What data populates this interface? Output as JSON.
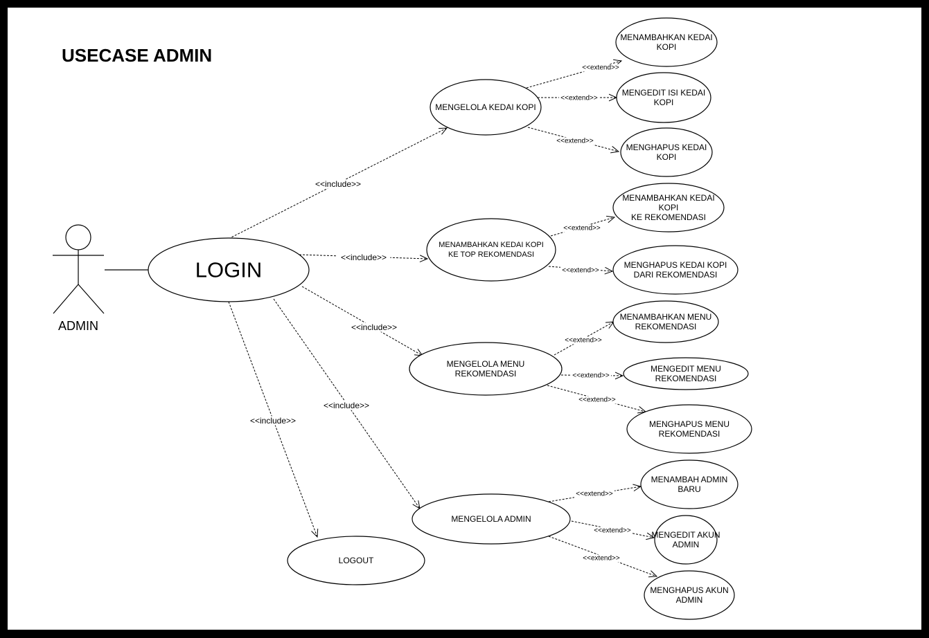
{
  "title": "USECASE ADMIN",
  "actor": {
    "name": "ADMIN"
  },
  "usecases": {
    "login": {
      "lines": [
        "LOGIN"
      ]
    },
    "mengelola_kedai": {
      "lines": [
        "MENGELOLA KEDAI KOPI"
      ]
    },
    "tambah_top": {
      "lines": [
        "MENAMBAHKAN  KEDAI KOPI",
        "KE TOP REKOMENDASI"
      ]
    },
    "mengelola_menu": {
      "lines": [
        "MENGELOLA MENU",
        "REKOMENDASI"
      ]
    },
    "mengelola_admin": {
      "lines": [
        "MENGELOLA  ADMIN"
      ]
    },
    "logout": {
      "lines": [
        "LOGOUT"
      ]
    },
    "tambah_kedai": {
      "lines": [
        "MENAMBAHKAN KEDAI",
        "KOPI"
      ]
    },
    "edit_kedai": {
      "lines": [
        "MENGEDIT ISI KEDAI",
        "KOPI"
      ]
    },
    "hapus_kedai": {
      "lines": [
        "MENGHAPUS KEDAI",
        "KOPI"
      ]
    },
    "tambah_rek": {
      "lines": [
        "MENAMBAHKAN KEDAI",
        "KOPI",
        "KE REKOMENDASI"
      ]
    },
    "hapus_rek": {
      "lines": [
        "MENGHAPUS KEDAI KOPI",
        "DARI REKOMENDASI"
      ]
    },
    "tambah_menu": {
      "lines": [
        "MENAMBAHKAN MENU",
        "REKOMENDASI"
      ]
    },
    "edit_menu": {
      "lines": [
        "MENGEDIT MENU",
        "REKOMENDASI"
      ]
    },
    "hapus_menu": {
      "lines": [
        "MENGHAPUS MENU",
        "REKOMENDASI"
      ]
    },
    "tambah_admin": {
      "lines": [
        "MENAMBAH ADMIN",
        "BARU"
      ]
    },
    "edit_akun": {
      "lines": [
        "MENGEDIT AKUN",
        "ADMIN"
      ]
    },
    "hapus_akun": {
      "lines": [
        "MENGHAPUS AKUN",
        "ADMIN"
      ]
    }
  },
  "relations": [
    {
      "from": "login",
      "to": "mengelola_kedai",
      "label": "<<include>>",
      "type": "include"
    },
    {
      "from": "login",
      "to": "tambah_top",
      "label": "<<include>>",
      "type": "include"
    },
    {
      "from": "login",
      "to": "mengelola_menu",
      "label": "<<include>>",
      "type": "include"
    },
    {
      "from": "login",
      "to": "mengelola_admin",
      "label": "<<include>>",
      "type": "include"
    },
    {
      "from": "login",
      "to": "logout",
      "label": "<<include>>",
      "type": "include"
    },
    {
      "from": "mengelola_kedai",
      "to": "tambah_kedai",
      "label": "<<extend>>",
      "type": "extend"
    },
    {
      "from": "mengelola_kedai",
      "to": "edit_kedai",
      "label": "<<extend>>",
      "type": "extend"
    },
    {
      "from": "mengelola_kedai",
      "to": "hapus_kedai",
      "label": "<<extend>>",
      "type": "extend"
    },
    {
      "from": "tambah_top",
      "to": "tambah_rek",
      "label": "<<extend>>",
      "type": "extend"
    },
    {
      "from": "tambah_top",
      "to": "hapus_rek",
      "label": "<<extend>>",
      "type": "extend"
    },
    {
      "from": "mengelola_menu",
      "to": "tambah_menu",
      "label": "<<extend>>",
      "type": "extend"
    },
    {
      "from": "mengelola_menu",
      "to": "edit_menu",
      "label": "<<extend>>",
      "type": "extend"
    },
    {
      "from": "mengelola_menu",
      "to": "hapus_menu",
      "label": "<<extend>>",
      "type": "extend"
    },
    {
      "from": "mengelola_admin",
      "to": "tambah_admin",
      "label": "<<extend>>",
      "type": "extend"
    },
    {
      "from": "mengelola_admin",
      "to": "edit_akun",
      "label": "<<extend>>",
      "type": "extend"
    },
    {
      "from": "mengelola_admin",
      "to": "hapus_akun",
      "label": "<<extend>>",
      "type": "extend"
    }
  ]
}
